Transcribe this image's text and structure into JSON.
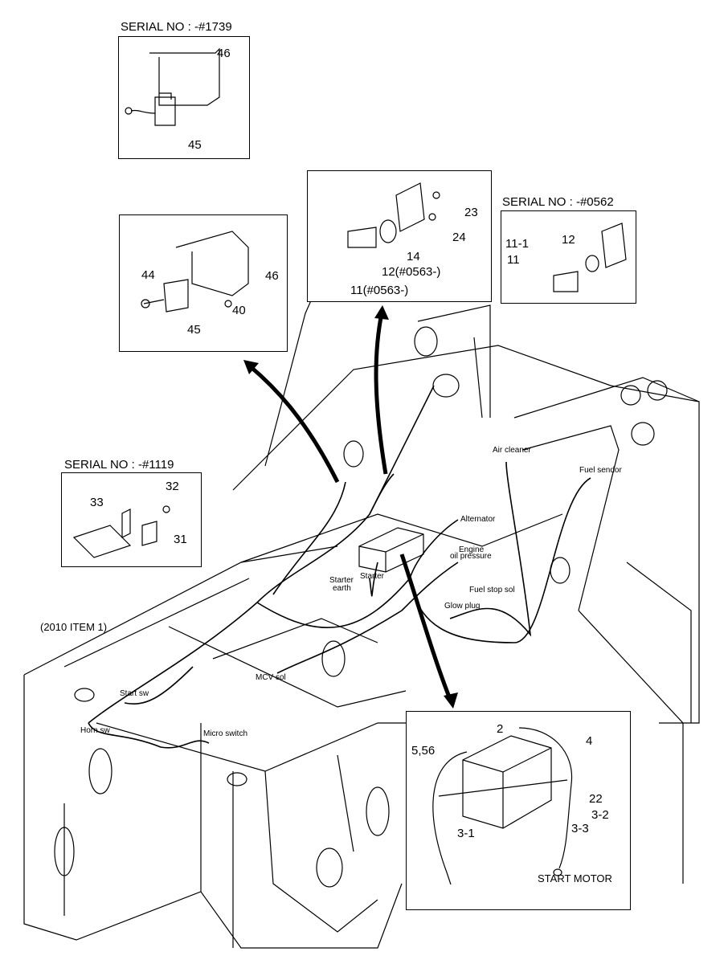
{
  "insets": {
    "serial_1739": {
      "serial": "SERIAL NO : -#1739",
      "parts": [
        "46",
        "45"
      ]
    },
    "relay_main": {
      "parts": [
        "44",
        "46",
        "40",
        "45"
      ]
    },
    "horn_main": {
      "parts": [
        "23",
        "24",
        "14",
        "12(#0563-)",
        "11(#0563-)"
      ]
    },
    "serial_0562": {
      "serial": "SERIAL NO : -#0562",
      "parts": [
        "12",
        "11-1",
        "11"
      ]
    },
    "serial_1119": {
      "serial": "SERIAL NO : -#1119",
      "parts": [
        "32",
        "33",
        "31"
      ]
    },
    "battery": {
      "parts": [
        "2",
        "4",
        "5,56",
        "22",
        "3-2",
        "3-3",
        "3-1"
      ],
      "start_motor": "START MOTOR"
    }
  },
  "harness_labels": {
    "air_cleaner": "Air cleaner",
    "fuel_sendor": "Fuel sendor",
    "alternator": "Alternator",
    "engine": "Engine",
    "oil_pressure": "oil pressure",
    "starter": "Starter",
    "starter_earth_1": "Starter",
    "starter_earth_2": "earth",
    "fuel_stop_sol": "Fuel stop sol",
    "glow_plug": "Glow plug",
    "mcv_sol": "MCV sol",
    "item_ref": "(2010 ITEM 1)",
    "start_sw": "Start sw",
    "horn_sw": "Horn sw",
    "micro_switch": "Micro switch"
  }
}
